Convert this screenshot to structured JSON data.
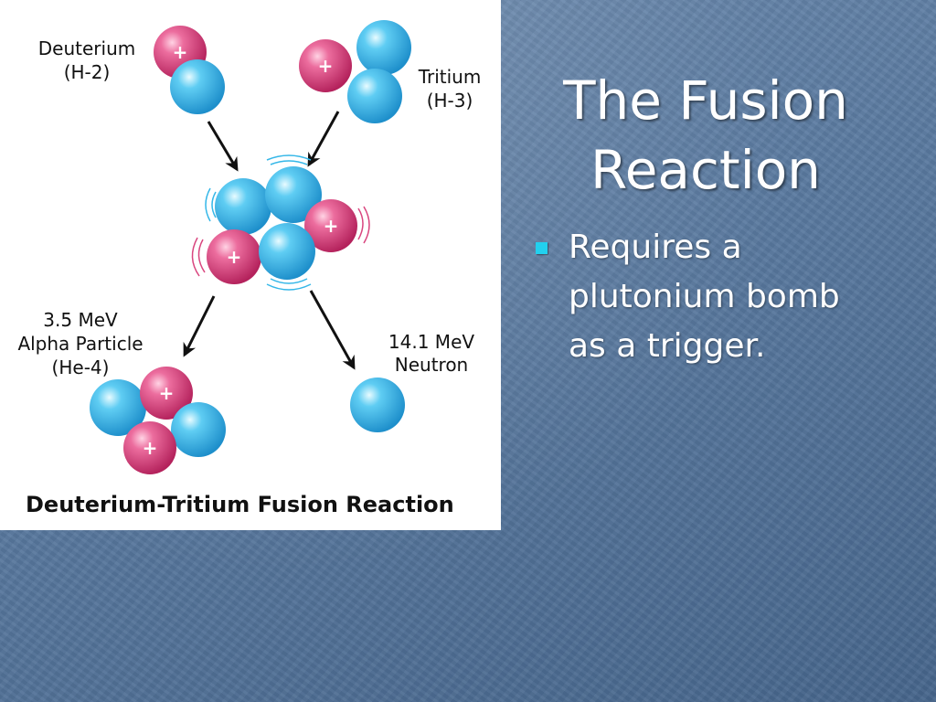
{
  "slide": {
    "title_lines": [
      "The Fusion",
      "Reaction"
    ],
    "bullets": [
      {
        "lines": [
          "Requires a",
          "plutonium bomb",
          "as a trigger."
        ]
      }
    ]
  },
  "diagram": {
    "deuterium": {
      "name": "Deuterium",
      "formula": "(H-2)"
    },
    "tritium": {
      "name": "Tritium",
      "formula": "(H-3)"
    },
    "alpha": {
      "energy": "3.5 MeV",
      "name": "Alpha Particle",
      "formula": "(He-4)"
    },
    "neutron": {
      "energy": "14.1 MeV",
      "name": "Neutron"
    },
    "proton_symbol": "+",
    "caption": "Deuterium-Tritium Fusion Reaction",
    "colors": {
      "proton": "#d9467f",
      "neutron": "#35b7e8",
      "slide_bg": "#5a7aa0",
      "bullet": "#22d0ee"
    }
  }
}
